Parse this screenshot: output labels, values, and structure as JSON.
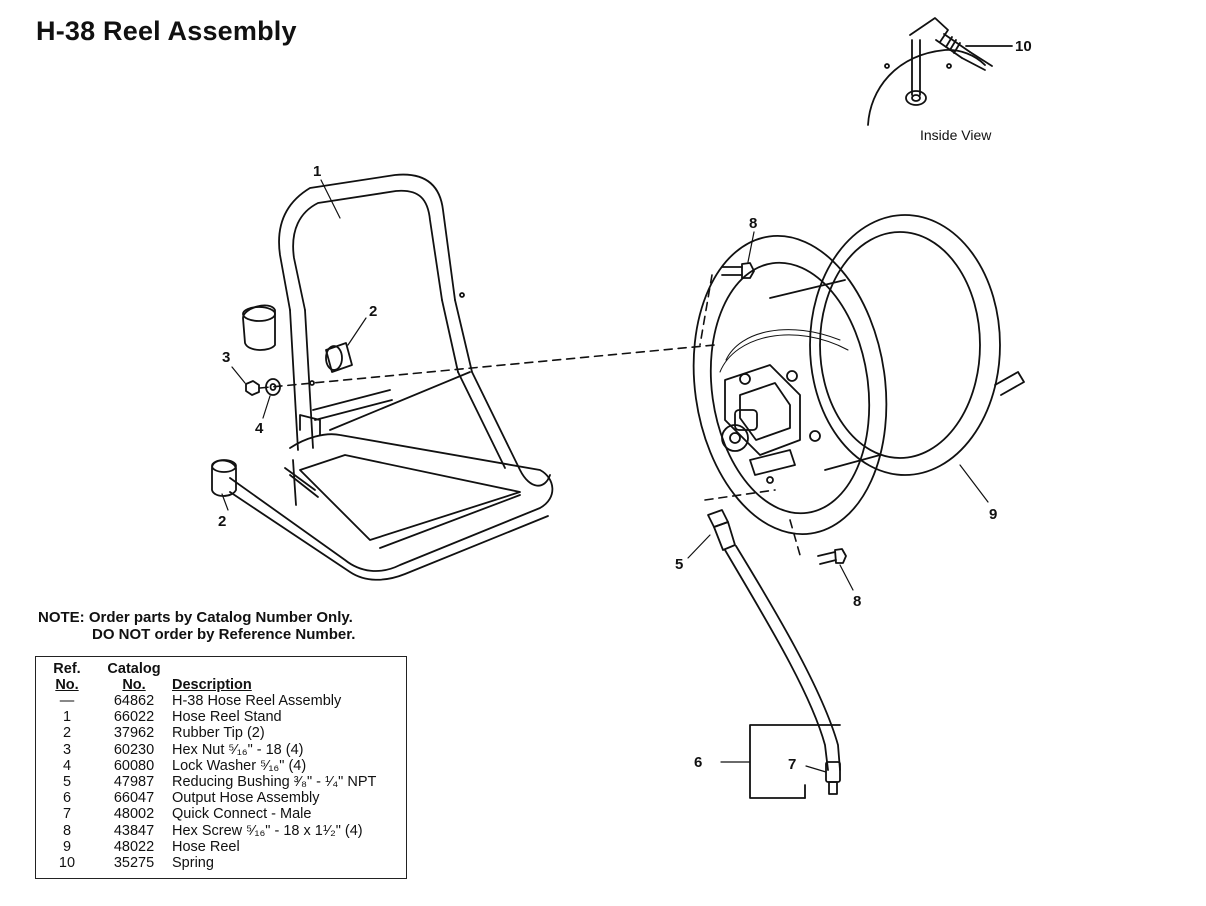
{
  "title": "H-38 Reel Assembly",
  "inside_view_label": "Inside View",
  "callouts": {
    "stand": "1",
    "tip_upper": "2",
    "tip_lower": "2",
    "nut": "3",
    "washer": "4",
    "bushing": "5",
    "hose": "6",
    "quick_connect": "7",
    "screw_upper": "8",
    "screw_lower": "8",
    "reel": "9",
    "spring": "10"
  },
  "note": {
    "line1": "NOTE: Order parts by Catalog Number Only.",
    "line2": "DO NOT order by Reference Number."
  },
  "parts_table": {
    "headers": {
      "ref_top": "Ref.",
      "ref_bottom": "No.",
      "catalog_top": "Catalog",
      "catalog_bottom": "No.",
      "description": "Description"
    },
    "rows": [
      {
        "ref": "—",
        "catalog": "64862",
        "description": "H-38 Hose Reel Assembly"
      },
      {
        "ref": "1",
        "catalog": "66022",
        "description": "Hose Reel Stand"
      },
      {
        "ref": "2",
        "catalog": "37962",
        "description": "Rubber Tip (2)"
      },
      {
        "ref": "3",
        "catalog": "60230",
        "description": "Hex Nut ⁵⁄₁₆\" - 18 (4)"
      },
      {
        "ref": "4",
        "catalog": "60080",
        "description": "Lock Washer ⁵⁄₁₆\" (4)"
      },
      {
        "ref": "5",
        "catalog": "47987",
        "description": "Reducing Bushing ³⁄₈\" - ¹⁄₄\" NPT"
      },
      {
        "ref": "6",
        "catalog": "66047",
        "description": "Output Hose Assembly"
      },
      {
        "ref": "7",
        "catalog": "48002",
        "description": "Quick Connect - Male"
      },
      {
        "ref": "8",
        "catalog": "43847",
        "description": "Hex Screw ⁵⁄₁₆\" - 18 x 1¹⁄₂\" (4)"
      },
      {
        "ref": "9",
        "catalog": "48022",
        "description": "Hose Reel"
      },
      {
        "ref": "10",
        "catalog": "35275",
        "description": "Spring"
      }
    ]
  }
}
